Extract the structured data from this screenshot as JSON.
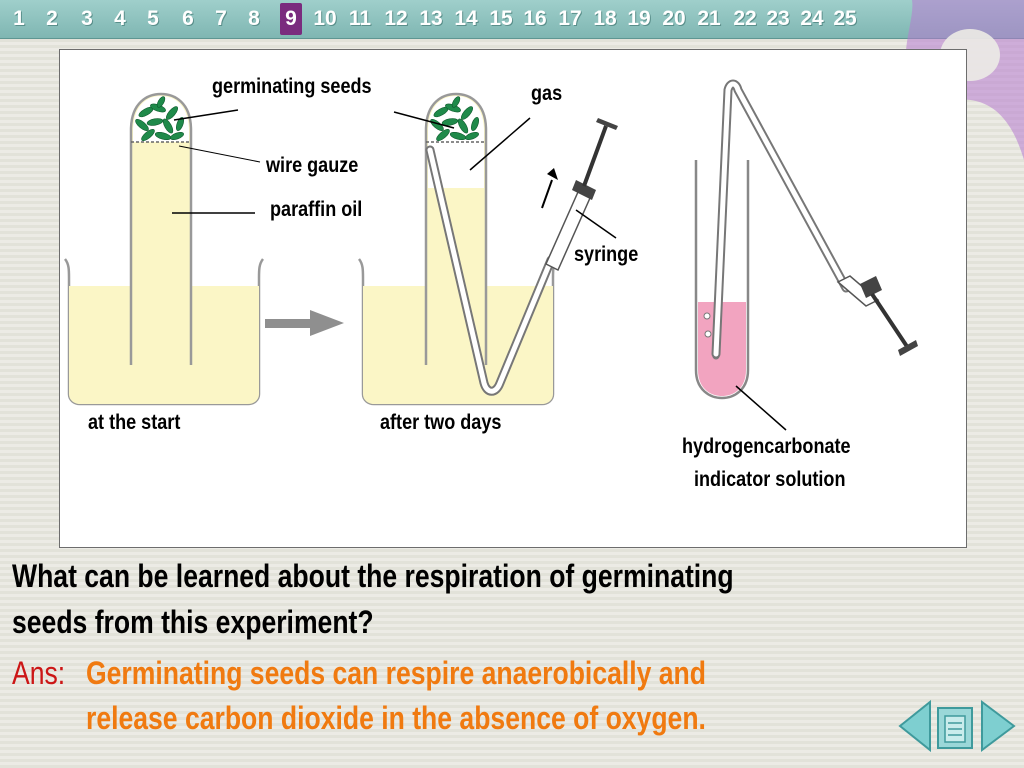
{
  "navbar": {
    "pages": [
      "1",
      "2",
      "3",
      "4",
      "5",
      "6",
      "7",
      "8",
      "9",
      "10",
      "11",
      "12",
      "13",
      "14",
      "15",
      "16",
      "17",
      "18",
      "19",
      "20",
      "21",
      "22",
      "23",
      "24",
      "25"
    ],
    "current_index": 8,
    "active_color": "#7a2b7e"
  },
  "figure": {
    "labels": {
      "germinating_seeds": "germinating seeds",
      "gas": "gas",
      "wire_gauze": "wire gauze",
      "paraffin_oil": "paraffin oil",
      "syringe": "syringe",
      "at_the_start": "at the start",
      "after_two_days": "after two days",
      "indicator_line1": "hydrogencarbonate",
      "indicator_line2": "indicator solution"
    },
    "colors": {
      "liquid": "#fbf6c6",
      "seeds": "#1f8a4a",
      "indicator": "#f2a4c0"
    }
  },
  "question": {
    "line1": "What can be learned about the respiration of  germinating",
    "line2": "seeds from this experiment?"
  },
  "answer": {
    "label": "Ans:",
    "line1": "Germinating seeds can respire anaerobically and",
    "line2": "release carbon dioxide in the absence of oxygen.",
    "color": "#f07a10"
  },
  "controls": {
    "prev_icon": "left-arrow-icon",
    "home_icon": "slide-index-icon",
    "next_icon": "right-arrow-icon"
  }
}
